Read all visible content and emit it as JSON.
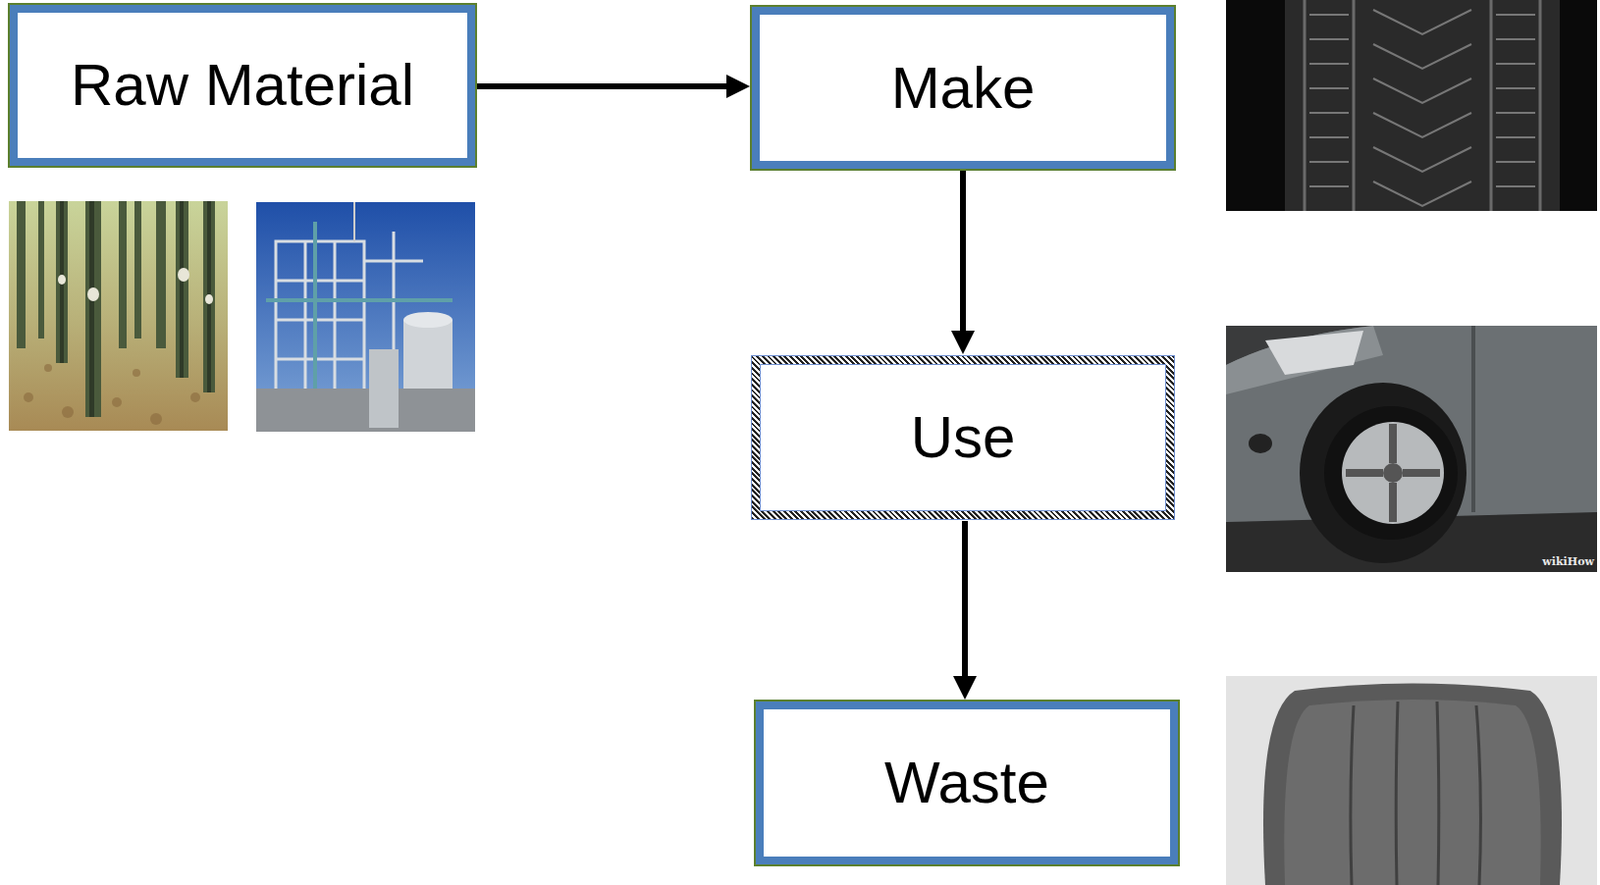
{
  "diagram": {
    "nodes": [
      {
        "text": [
          "Raw Material"
        ]
      },
      {
        "text": [
          "Make"
        ]
      },
      {
        "text": [
          "Use"
        ]
      },
      {
        "text": [
          "Waste"
        ]
      }
    ],
    "edges": [
      {
        "from": 0,
        "to": 1,
        "arrow": "to"
      },
      {
        "from": 1,
        "to": 2,
        "arrow": "to"
      },
      {
        "from": 2,
        "to": 3,
        "arrow": "to"
      }
    ],
    "labels": [
      "wikiHow"
    ]
  }
}
